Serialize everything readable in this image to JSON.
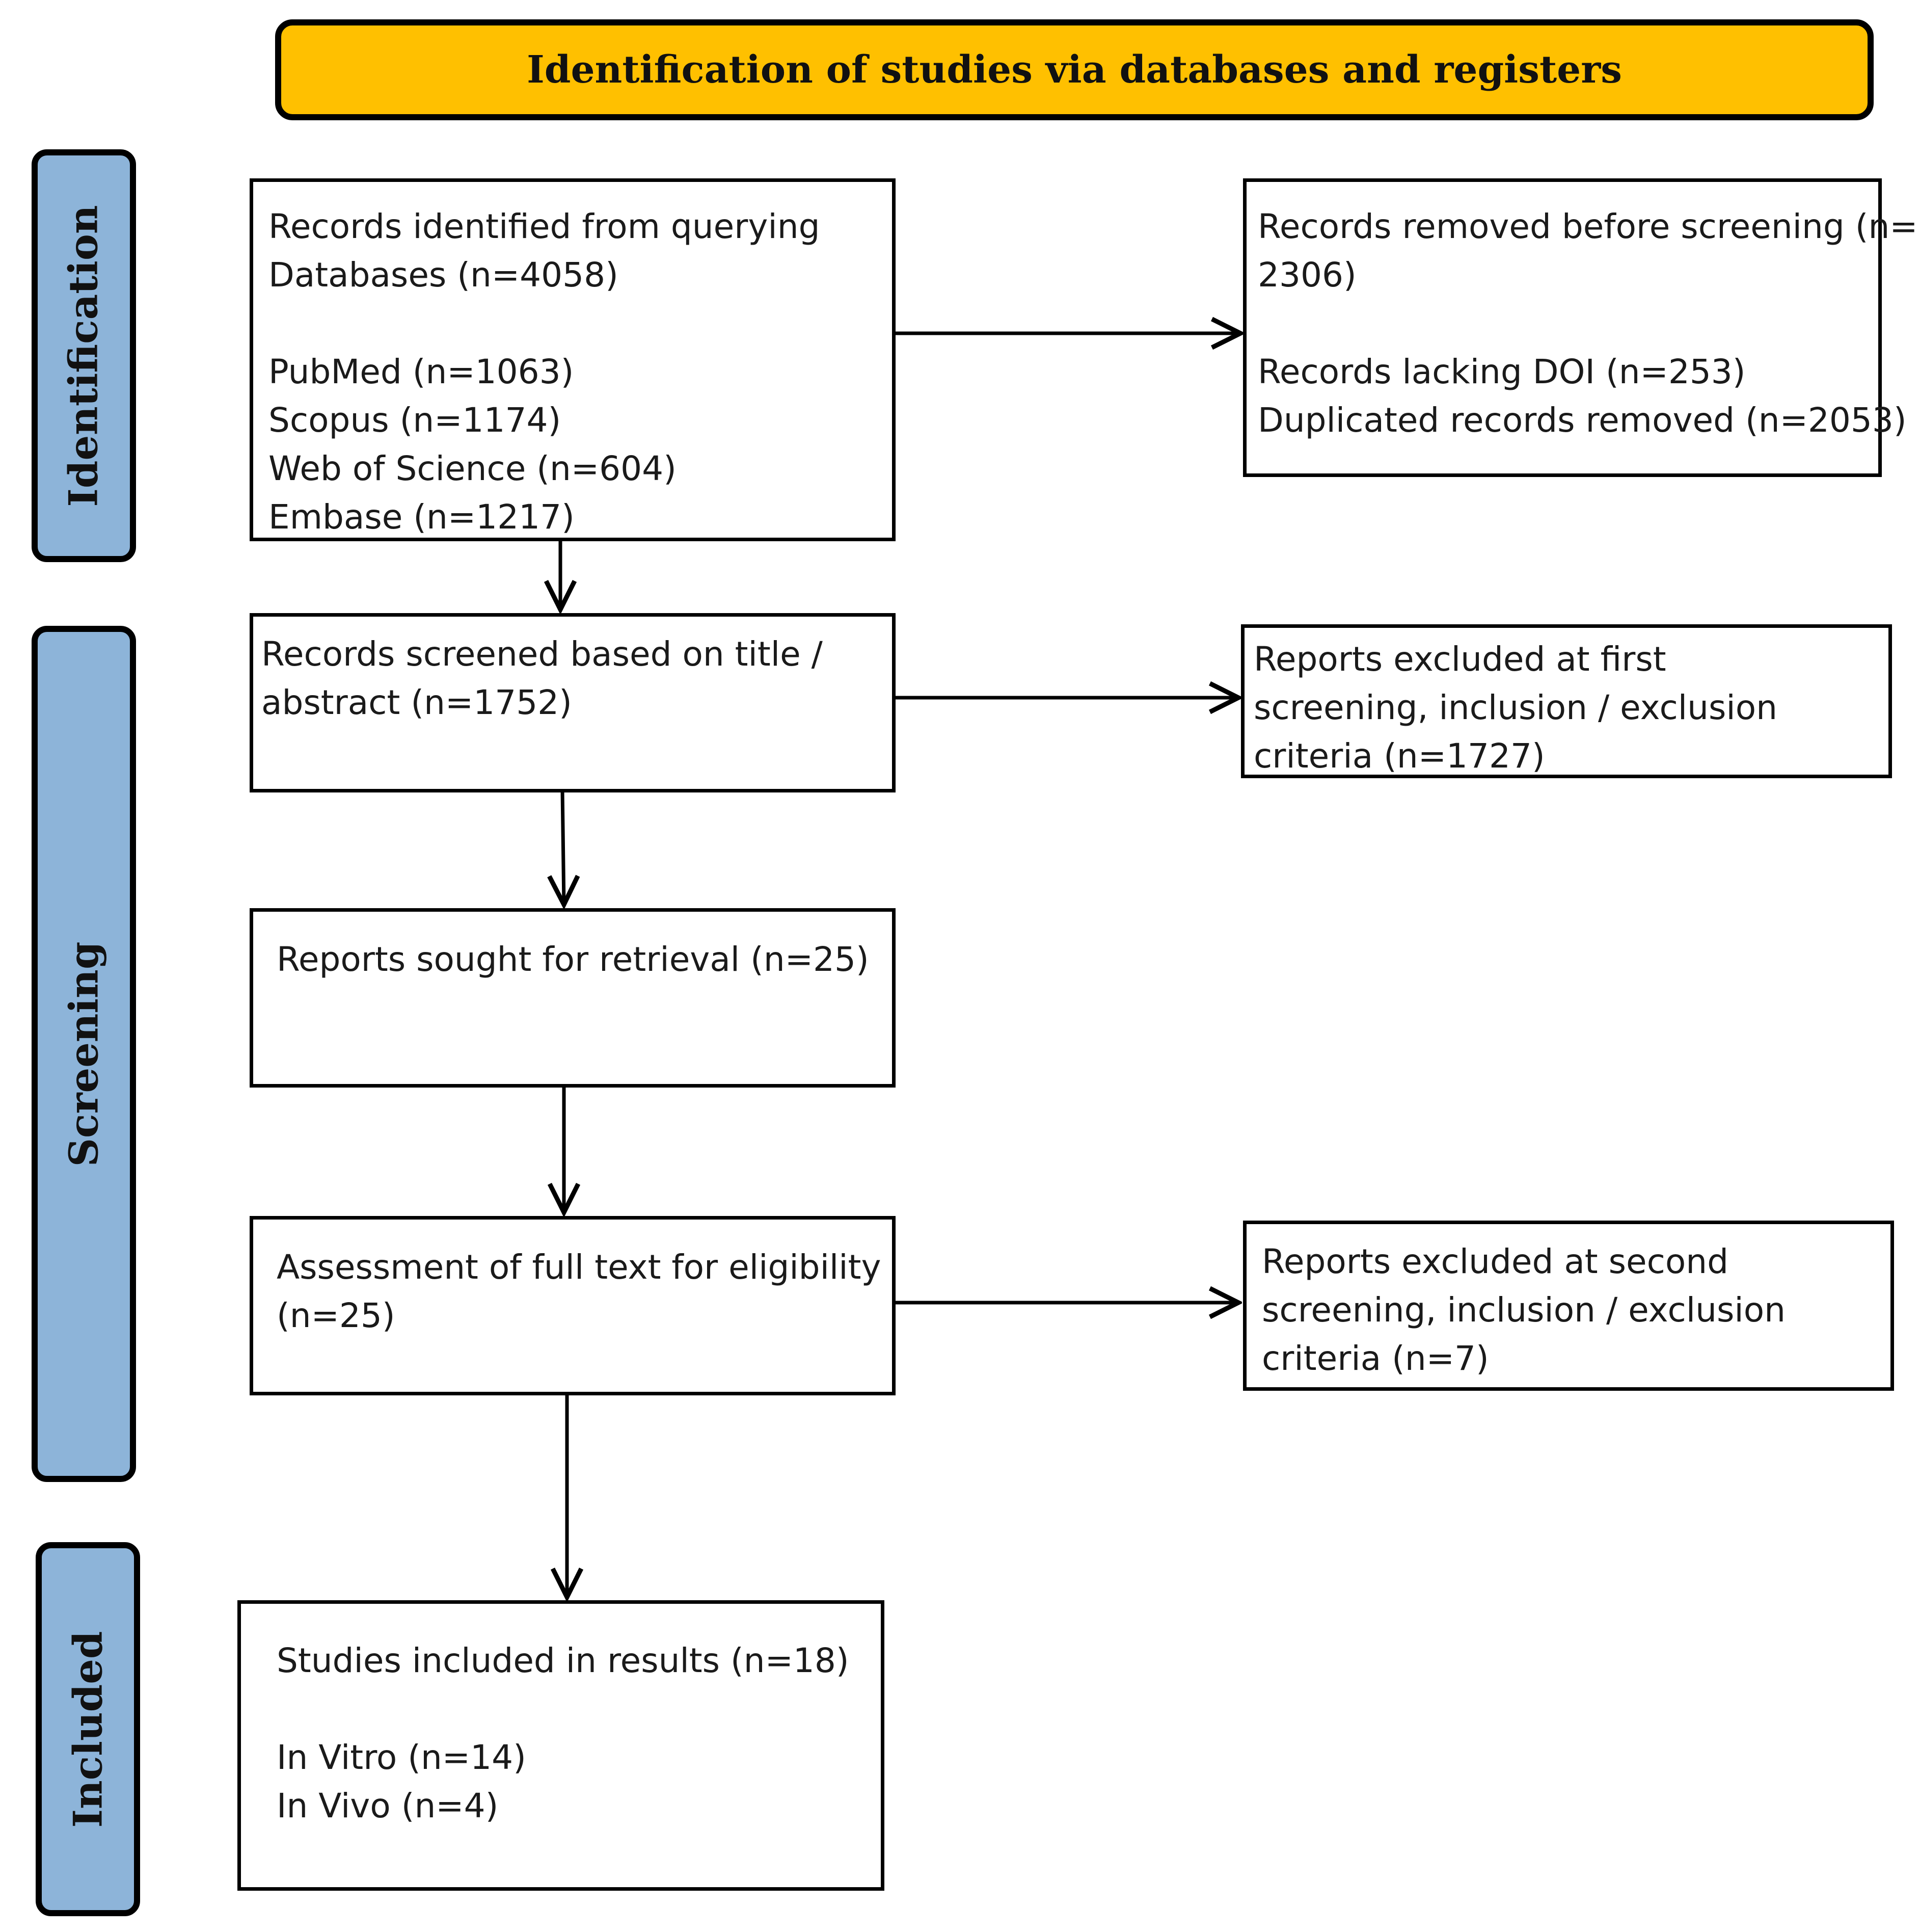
{
  "colors": {
    "banner_fill": "#FFC000",
    "phase_fill": "#8DB4D9",
    "box_border": "#000000",
    "arrow": "#000000"
  },
  "header": {
    "title": "Identification of studies via databases and registers"
  },
  "phases": {
    "identification": "Identification",
    "screening": "Screening",
    "included": "Included"
  },
  "boxes": {
    "records_identified": {
      "line1": "Records identified from querying",
      "line2": "Databases (n=4058)",
      "sources": [
        "PubMed (n=1063)",
        "Scopus (n=1174)",
        "Web of Science (n=604)",
        "Embase (n=1217)"
      ]
    },
    "records_removed": {
      "line1": "Records removed before screening  (n=",
      "line2": "2306)",
      "line3": "Records lacking DOI (n=253)",
      "line4": "Duplicated records removed (n=2053)"
    },
    "records_screened": {
      "line1": "Records screened based on title /",
      "line2": "abstract (n=1752)"
    },
    "excluded_first": {
      "line1": "Reports excluded at first",
      "line2": "screening, inclusion / exclusion",
      "line3": "criteria (n=1727)"
    },
    "sought_retrieval": {
      "line1": "Reports sought for retrieval (n=25)"
    },
    "full_text_assessment": {
      "line1": "Assessment of full text for eligibility",
      "line2": "(n=25)"
    },
    "excluded_second": {
      "line1": "Reports excluded at second",
      "line2": "screening, inclusion / exclusion",
      "line3": "criteria (n=7)"
    },
    "studies_included": {
      "line1": "Studies included in results (n=18)",
      "line2": "In Vitro (n=14)",
      "line3": "In Vivo (n=4)"
    }
  }
}
